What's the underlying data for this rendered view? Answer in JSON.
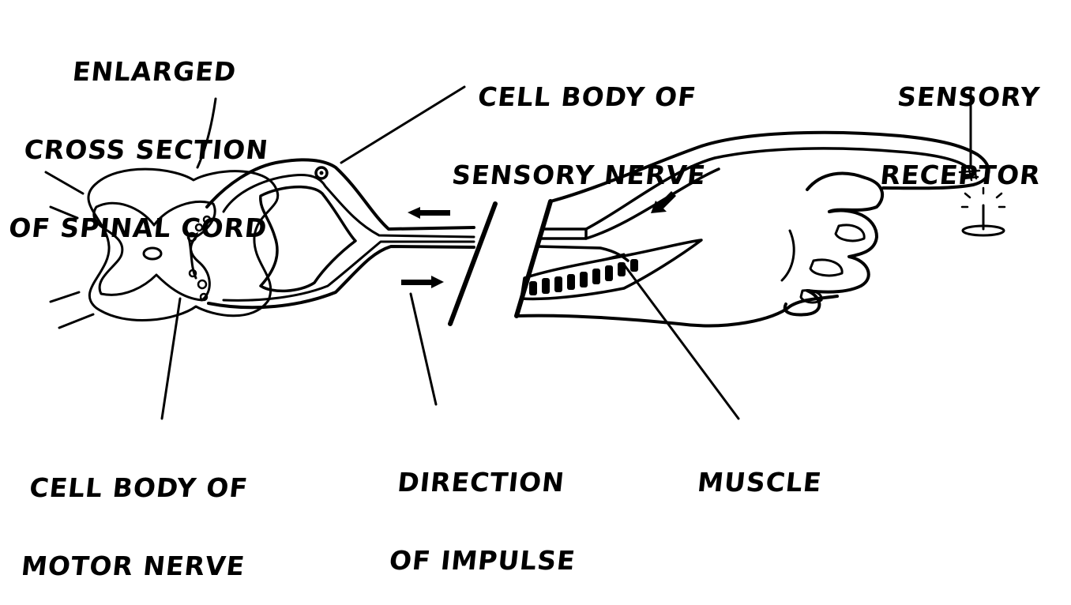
{
  "labels": {
    "spinal_cord_line1": "ENLARGED",
    "spinal_cord_line2": "CROSS SECTION",
    "spinal_cord_line3": "OF SPINAL CORD",
    "sensory_cell_line1": "CELL BODY OF",
    "sensory_cell_line2": "SENSORY NERVE",
    "receptor_line1": "SENSORY",
    "receptor_line2": "RECEPTOR",
    "motor_cell_line1": "CELL BODY OF",
    "motor_cell_line2": "MOTOR NERVE",
    "impulse_line1": "DIRECTION",
    "impulse_line2": "OF IMPULSE",
    "muscle": "MUSCLE"
  },
  "colors": {
    "ink": "#000000",
    "background": "#ffffff"
  }
}
